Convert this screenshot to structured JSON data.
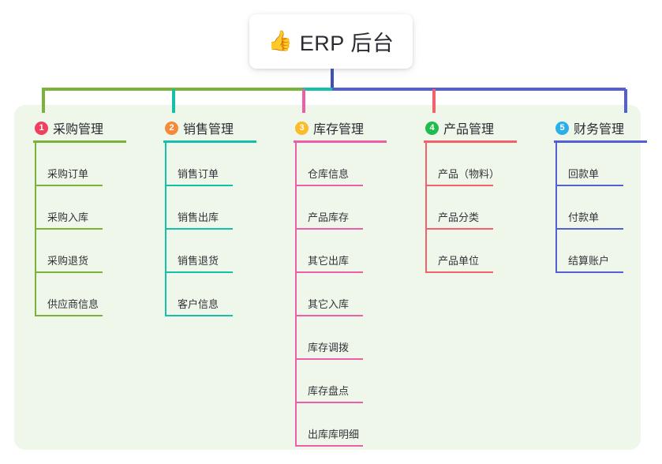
{
  "root": {
    "icon": "thumbs-up-icon",
    "emoji": "👍",
    "title": "ERP 后台"
  },
  "colors": {
    "page_background": "#ffffff",
    "panel_background": "#eef7ea",
    "stem": "#3f51b5",
    "bar_left": "#79b33a",
    "bar_mid": "#14c0a6",
    "bar_right": "#5560d0",
    "drop_1": "#79b33a",
    "drop_2": "#14c0a6",
    "drop_3": "#ed5ea8",
    "drop_4": "#f4616a",
    "drop_5": "#5560d0"
  },
  "columns": [
    {
      "number": "1",
      "title": "采购管理",
      "badge_color": "#f0405f",
      "line_color": "#79b33a",
      "items": [
        {
          "label": "采购订单"
        },
        {
          "label": "采购入库"
        },
        {
          "label": "采购退货"
        },
        {
          "label": "供应商信息"
        }
      ]
    },
    {
      "number": "2",
      "title": "销售管理",
      "badge_color": "#f58b38",
      "line_color": "#14c0a6",
      "items": [
        {
          "label": "销售订单"
        },
        {
          "label": "销售出库"
        },
        {
          "label": "销售退货"
        },
        {
          "label": "客户信息"
        }
      ]
    },
    {
      "number": "3",
      "title": "库存管理",
      "badge_color": "#fbbc28",
      "line_color": "#ed5ea8",
      "items": [
        {
          "label": "仓库信息"
        },
        {
          "label": "产品库存"
        },
        {
          "label": "其它出库"
        },
        {
          "label": "其它入库"
        },
        {
          "label": "库存调拨"
        },
        {
          "label": "库存盘点"
        },
        {
          "label": "出库库明细"
        }
      ]
    },
    {
      "number": "4",
      "title": "产品管理",
      "badge_color": "#22bb4e",
      "line_color": "#f4616a",
      "items": [
        {
          "label": "产品（物料）"
        },
        {
          "label": "产品分类"
        },
        {
          "label": "产品单位"
        }
      ]
    },
    {
      "number": "5",
      "title": "财务管理",
      "badge_color": "#2bafe8",
      "line_color": "#5560d0",
      "items": [
        {
          "label": "回款单"
        },
        {
          "label": "付款单"
        },
        {
          "label": "结算账户"
        }
      ]
    }
  ]
}
